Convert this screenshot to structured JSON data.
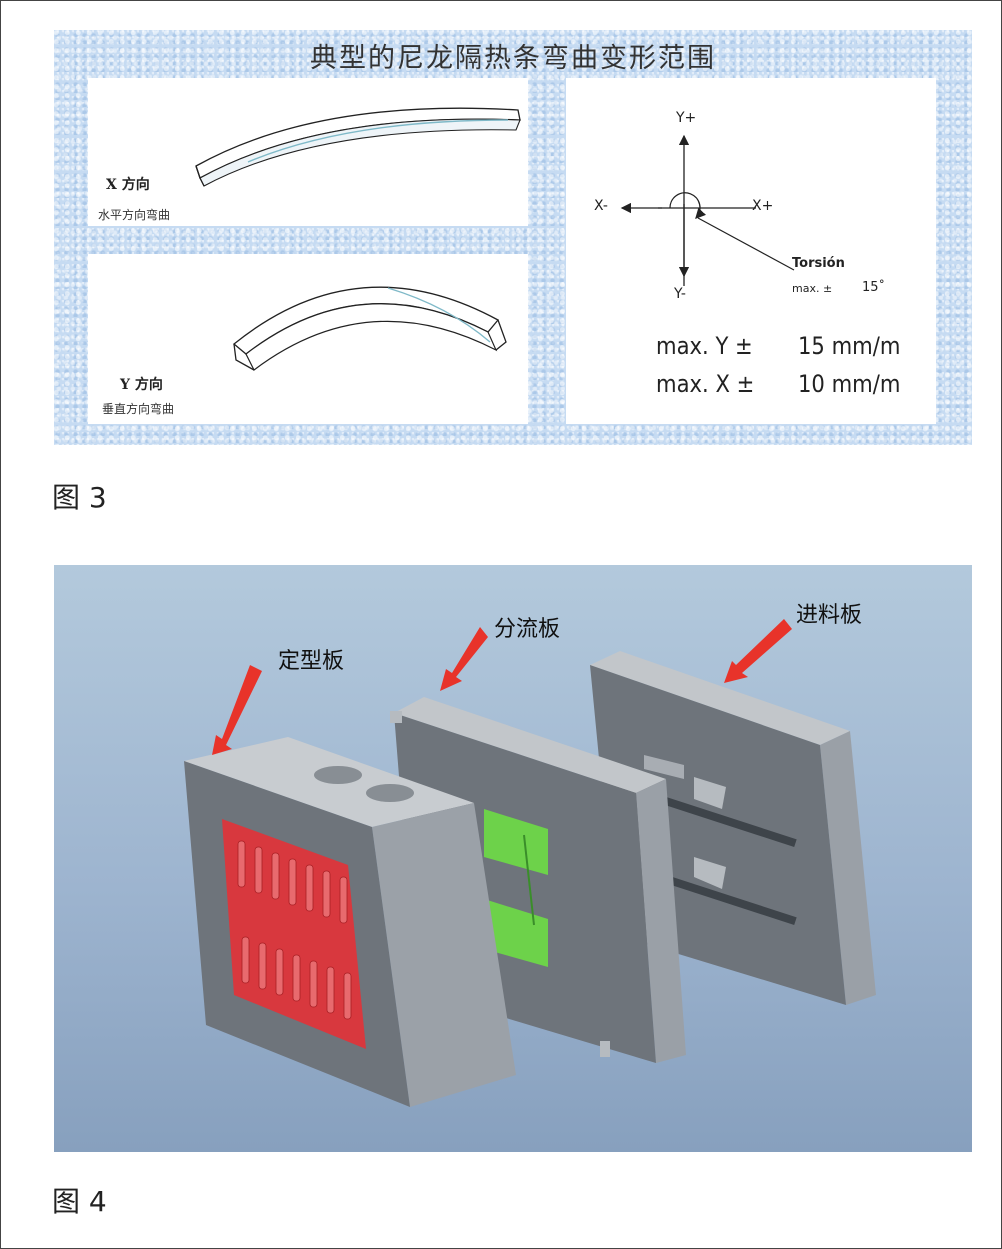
{
  "figure3": {
    "title": "典型的尼龙隔热条弯曲变形范围",
    "x_panel": {
      "label": "X 方向",
      "description": "水平方向弯曲"
    },
    "y_panel": {
      "label": "Y 方向",
      "description": "垂直方向弯曲"
    },
    "axes": {
      "y_plus": "Y+",
      "y_minus": "Y-",
      "x_plus": "X+",
      "x_minus": "X-",
      "torsion_label": "Torsión",
      "torsion_max": "max. ±",
      "torsion_value": "15˚"
    },
    "specs": [
      {
        "label": "max. Y ±",
        "value": "15 mm/m"
      },
      {
        "label": "max. X ±",
        "value": "10 mm/m"
      }
    ],
    "caption": "图 3"
  },
  "figure4": {
    "callouts": {
      "setting_plate": "定型板",
      "distribution_plate": "分流板",
      "feed_plate": "进料板"
    },
    "colors": {
      "arrow": "#e8332a",
      "background": "#9db4cf",
      "plate": "#a6acb3",
      "inserts_red": "#d8383e",
      "inserts_green": "#6dd24a"
    },
    "caption": "图 4"
  }
}
